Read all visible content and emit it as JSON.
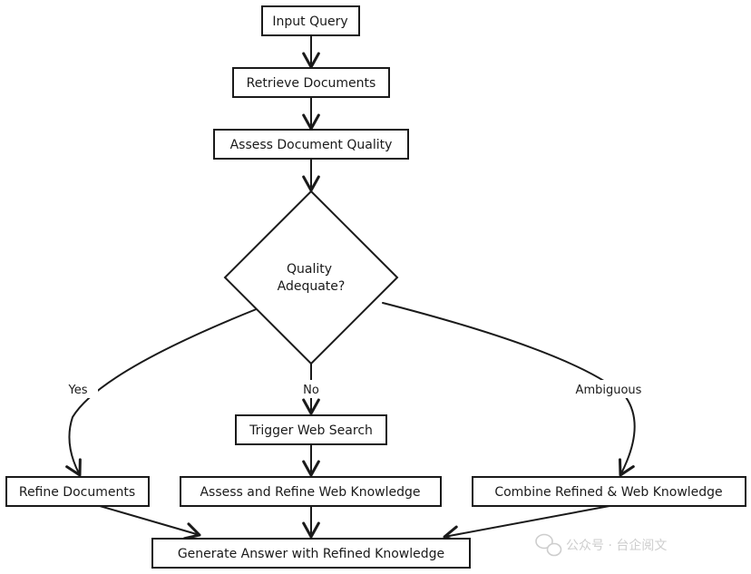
{
  "nodes": {
    "input_query": "Input Query",
    "retrieve_documents": "Retrieve Documents",
    "assess_quality": "Assess Document Quality",
    "decision_line1": "Quality",
    "decision_line2": "Adequate?",
    "trigger_web_search": "Trigger Web Search",
    "refine_documents": "Refine Documents",
    "assess_refine_web": "Assess and Refine Web Knowledge",
    "combine_refined_web": "Combine Refined & Web Knowledge",
    "generate_answer": "Generate Answer with Refined Knowledge"
  },
  "edges": {
    "yes_label": "Yes",
    "no_label": "No",
    "ambiguous_label": "Ambiguous"
  },
  "watermark": {
    "text": "公众号 · 台企阅文"
  },
  "colors": {
    "stroke": "#1a1a1a",
    "background": "#ffffff",
    "watermark": "#c8c8c8"
  }
}
